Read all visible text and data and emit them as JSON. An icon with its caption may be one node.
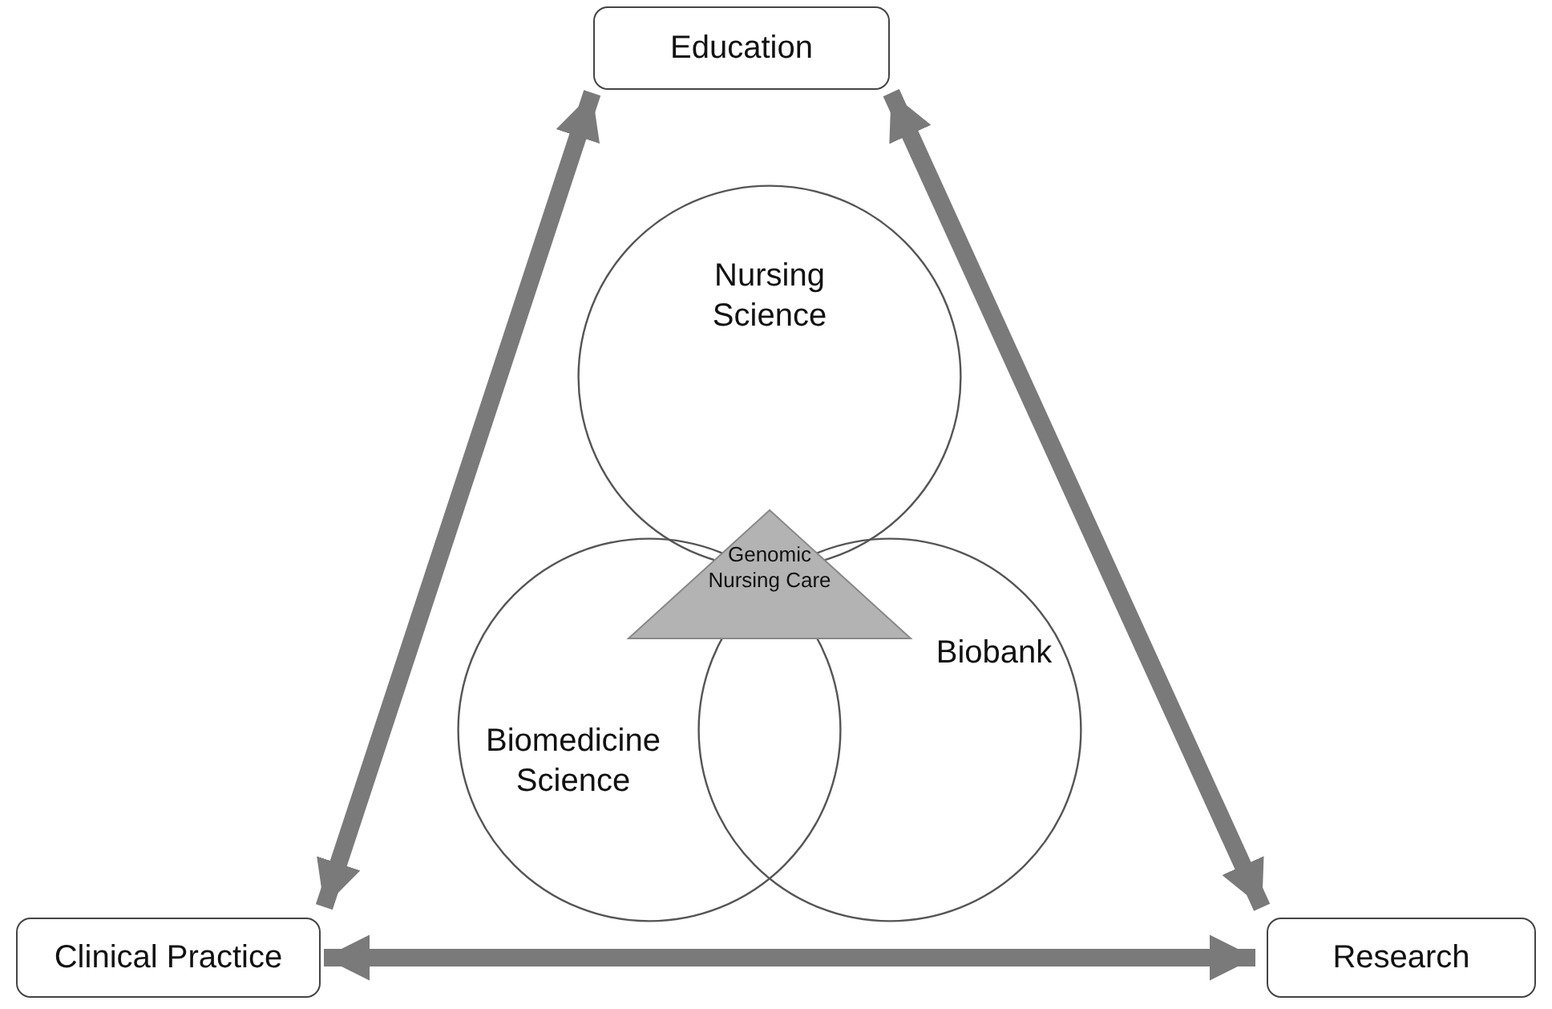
{
  "diagram": {
    "nodes": [
      {
        "text": [
          "Education"
        ]
      },
      {
        "text": [
          "Clinical Practice"
        ]
      },
      {
        "text": [
          "Research"
        ]
      },
      {
        "text": [
          "Nursing Science"
        ]
      },
      {
        "text": [
          "Biomedicine Science"
        ]
      },
      {
        "text": [
          "Biobank"
        ]
      },
      {
        "text": [
          "Genomic Nursing Care"
        ]
      }
    ],
    "edges": [
      {
        "from": 0,
        "to": 1,
        "arrow": "both"
      },
      {
        "from": 0,
        "to": 2,
        "arrow": "both"
      },
      {
        "from": 1,
        "to": 2,
        "arrow": "both"
      }
    ]
  }
}
